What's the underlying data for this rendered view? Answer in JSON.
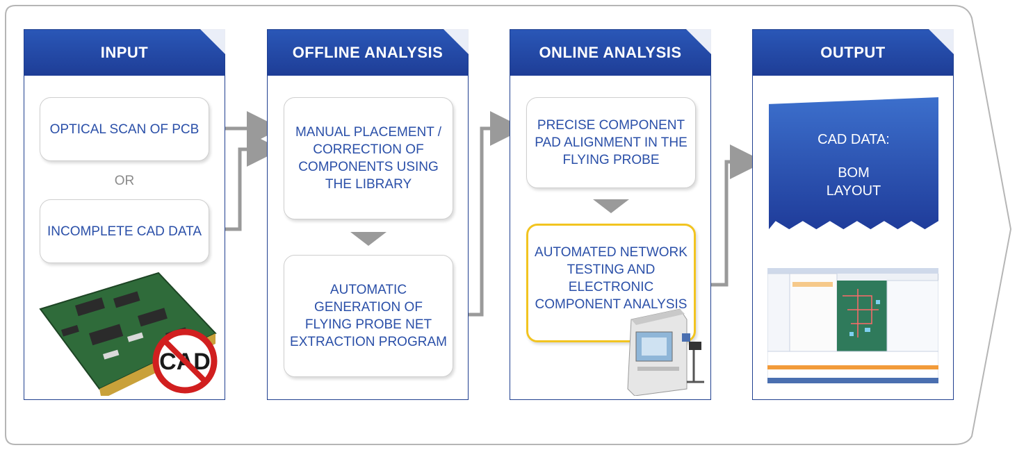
{
  "columns": [
    {
      "title": "INPUT"
    },
    {
      "title": "OFFLINE ANALYSIS"
    },
    {
      "title": "ONLINE ANALYSIS"
    },
    {
      "title": "OUTPUT"
    }
  ],
  "input": {
    "box1": "OPTICAL SCAN OF PCB",
    "or": "OR",
    "box2": "INCOMPLETE CAD DATA",
    "badge": "CAD"
  },
  "offline": {
    "box1": "MANUAL PLACEMENT / CORRECTION OF COMPONENTS USING THE LIBRARY",
    "box2": "AUTOMATIC GENERATION OF FLYING PROBE NET EXTRACTION PROGRAM"
  },
  "online": {
    "box1": "PRECISE COMPONENT PAD ALIGNMENT IN THE FLYING PROBE",
    "box2": "AUTOMATED NETWORK TESTING AND ELECTRONIC COMPONENT ANALYSIS"
  },
  "output": {
    "line1": "CAD DATA:",
    "line2": "BOM",
    "line3": "LAYOUT"
  }
}
